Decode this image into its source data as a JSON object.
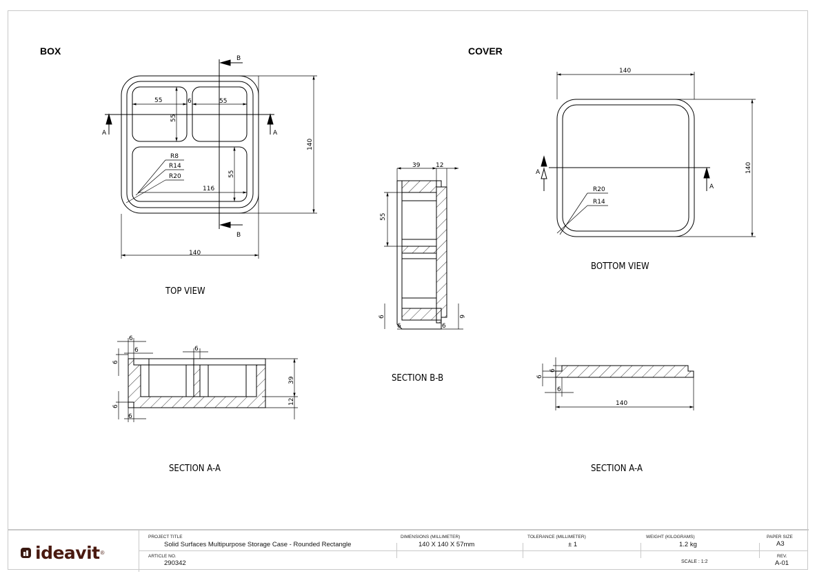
{
  "headings": {
    "box": "BOX",
    "cover": "COVER"
  },
  "captions": {
    "top_view": "TOP VIEW",
    "section_bb": "SECTION B-B",
    "box_section_aa": "SECTION A-A",
    "bottom_view": "BOTTOM VIEW",
    "cover_section_aa": "SECTION A-A"
  },
  "section_markers": {
    "a": "A",
    "b": "B"
  },
  "box_top_view": {
    "width": "140",
    "height": "140",
    "compartment_width_left": "55",
    "compartment_gap": "6",
    "compartment_width_right": "55",
    "compartment_height_top": "55",
    "compartment_height_bottom": "55",
    "bottom_compartment_width": "116",
    "radius_inner": "R8",
    "radius_mid": "R14",
    "radius_outer": "R20"
  },
  "box_section_bb": {
    "depth": "39",
    "base": "12",
    "compartment": "55",
    "step_left_v": "6",
    "step_left_h": "6",
    "step_right_v": "6",
    "step_right_h": "6"
  },
  "box_section_aa": {
    "wall_outer": "6",
    "wall_inner": "6",
    "divider": "6",
    "lip": "6",
    "step_v": "6",
    "step_h": "6",
    "depth": "39",
    "base": "12"
  },
  "cover_bottom_view": {
    "width": "140",
    "height": "140",
    "radius_outer": "R20",
    "radius_inner": "R14"
  },
  "cover_section_aa": {
    "thickness_upper": "6",
    "thickness_total": "6",
    "step": "6",
    "length": "140"
  },
  "title_block": {
    "logo_text": "ideavit",
    "logo_reg": "®",
    "project_title_label": "PROJECT TITLE",
    "project_title": "Solid Surfaces Multipurpose  Storage Case - Rounded Rectangle",
    "article_no_label": "ARTICLE NO.",
    "article_no": "290342",
    "dimensions_label": "DIMENSIONS (MILLIMETER)",
    "dimensions": "140 X 140 X 57mm",
    "tolerance_label": "TOLERANCE (MILLIMETER)",
    "tolerance": "± 1",
    "weight_label": "WEIGHT (KILOGRAMS)",
    "weight": "1.2 kg",
    "scale": "SCALE : 1:2",
    "paper_size_label": "PAPER SIZE",
    "paper_size": "A3",
    "rev_label": "REV.",
    "rev": "A-01"
  }
}
